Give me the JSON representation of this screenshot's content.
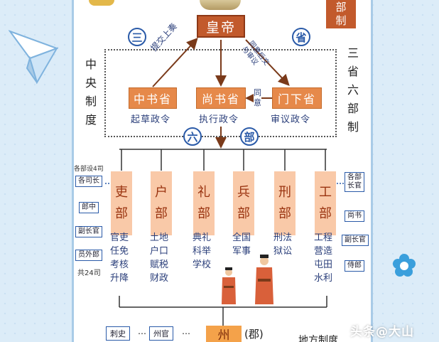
{
  "emperor": "皇帝",
  "circle_left": "三",
  "circle_right": "省",
  "central_label": [
    "中",
    "央",
    "制",
    "度"
  ],
  "three_six_label": [
    "三",
    "省",
    "六",
    "部",
    "制"
  ],
  "top_right_label": [
    "部",
    "制"
  ],
  "arrow_submit": "提交上奏",
  "arrow_approve": [
    "同意后交",
    "与审议"
  ],
  "same_label": [
    "同",
    "意"
  ],
  "secretariat": {
    "name": "中书省",
    "duty": "起草政令"
  },
  "department": {
    "name": "尚书省",
    "duty": "执行政令"
  },
  "chancellery": {
    "name": "门下省",
    "duty": "审议政令"
  },
  "circle_six": "六",
  "circle_bu": "部",
  "ministries": [
    {
      "name": [
        "吏",
        "部"
      ],
      "duties": [
        "官吏",
        "任免",
        "考核",
        "升降"
      ]
    },
    {
      "name": [
        "户",
        "部"
      ],
      "duties": [
        "土地",
        "户口",
        "赋税",
        "财政"
      ]
    },
    {
      "name": [
        "礼",
        "部"
      ],
      "duties": [
        "典礼",
        "科举",
        "学校"
      ]
    },
    {
      "name": [
        "兵",
        "部"
      ],
      "duties": [
        "全国",
        "军事"
      ]
    },
    {
      "name": [
        "刑",
        "部"
      ],
      "duties": [
        "刑法",
        "狱讼"
      ]
    },
    {
      "name": [
        "工",
        "部"
      ],
      "duties": [
        "工程",
        "营造",
        "屯田",
        "水利"
      ]
    }
  ],
  "left_side": {
    "top_note": "各部设4司",
    "boxes": [
      "各司长",
      "郎中",
      "副长官",
      "员外郎"
    ],
    "bottom_note": "共24司"
  },
  "right_side": {
    "boxes": [
      [
        "各部",
        "长官"
      ],
      [
        "尚书"
      ],
      [
        "副长官"
      ],
      [
        "侍郎"
      ]
    ]
  },
  "bottom": {
    "boxes": [
      "刺史",
      "州官"
    ],
    "ellipsis": "…",
    "prefecture": "州",
    "commandery": "(郡)",
    "local_label": "地方制度"
  },
  "watermark": "头条@大山",
  "colors": {
    "emperor": "#c25a2c",
    "office": "#e6894a",
    "ministry": "#f9c9a8",
    "accent_blue": "#2a5aa8",
    "background": "#dcecf8"
  }
}
